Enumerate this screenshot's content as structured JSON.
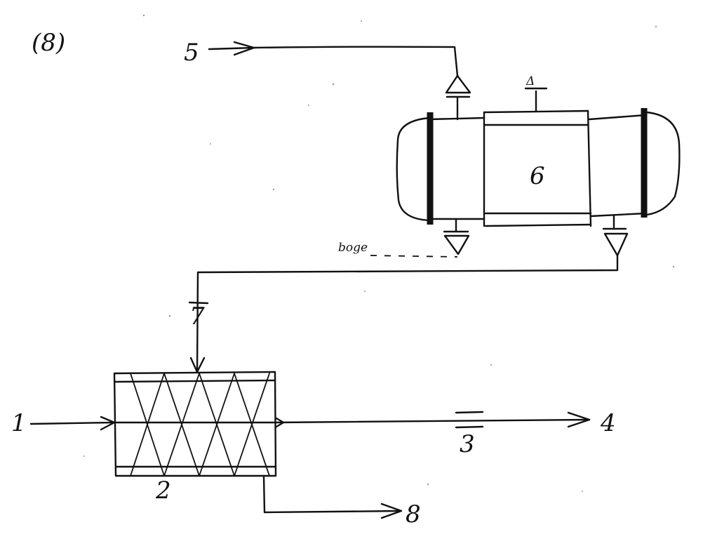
{
  "figure": {
    "number_label": "(8)"
  },
  "streams": {
    "s1": "1",
    "s3": "3",
    "s4": "4",
    "s5": "5",
    "s7": "7",
    "s8": "8"
  },
  "units": {
    "u2": "2",
    "u6": "6"
  },
  "annotations": {
    "side_note": "boge"
  },
  "colors": {
    "ink": "#111111",
    "paper": "#ffffff"
  },
  "symbols": {
    "delta_nozzle": "Δ"
  }
}
